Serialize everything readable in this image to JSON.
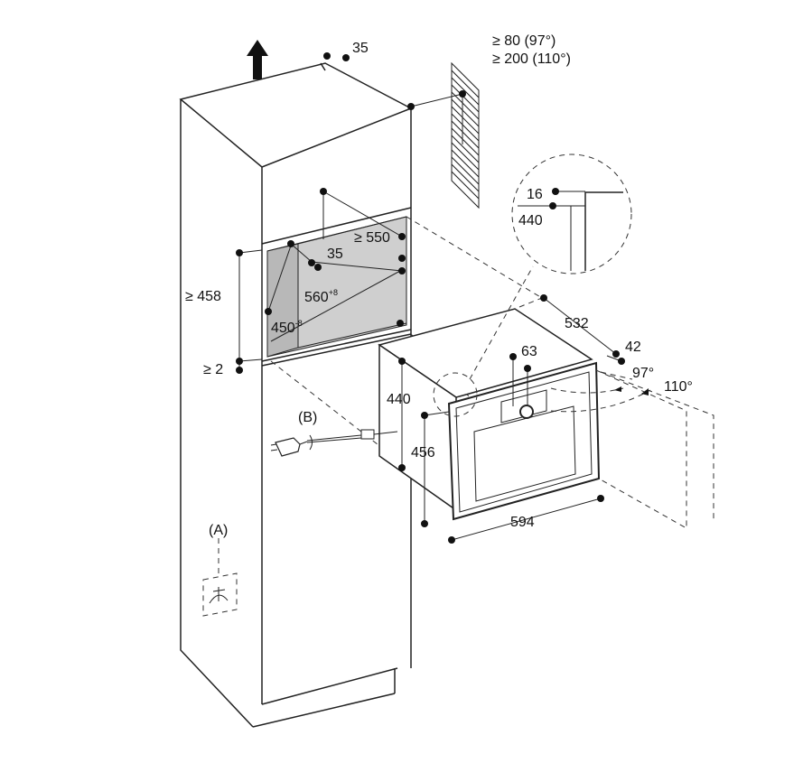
{
  "colors": {
    "line": "#222222",
    "niche": "#cfcfcf",
    "background": "#ffffff"
  },
  "icons": {
    "airflow": "up-arrow-icon",
    "socket": "socket-icon",
    "plug": "plug-icon"
  },
  "labels": {
    "top_gap": "35",
    "vent_line_1": "≥ 80 (97°)",
    "vent_line_2": "≥ 200 (110°)",
    "niche_depth": "≥ 550",
    "niche_inner": "35",
    "niche_height": "≥ 458",
    "niche_width": "560",
    "niche_width_tol": "+8",
    "niche_height_2": "450",
    "niche_height_2_tol": "-8",
    "bottom_gap": "≥ 2",
    "detail_16": "16",
    "detail_440": "440",
    "oven_depth": "532",
    "door_depth": "42",
    "control_63": "63",
    "angle_97": "97°",
    "angle_110": "110°",
    "oven_440": "440",
    "oven_456": "456",
    "oven_width": "594",
    "callout_b": "(B)",
    "callout_a": "(A)"
  }
}
